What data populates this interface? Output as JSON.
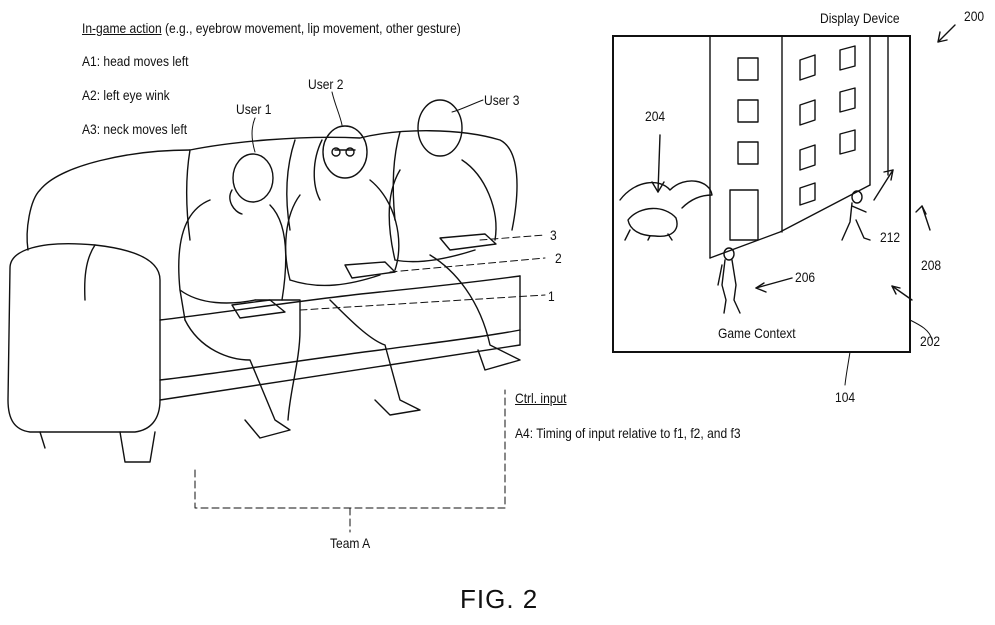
{
  "labels": {
    "ingame_action": "In-game action",
    "ingame_examples": "(e.g., eyebrow movement, lip movement, other gesture)",
    "a1": "A1: head moves left",
    "a2": "A2: left eye wink",
    "a3": "A3: neck moves left",
    "user1": "User 1",
    "user2": "User 2",
    "user3": "User 3",
    "ctrl_input": "Ctrl. input",
    "a4": "A4: Timing of input relative to f1, f2, and f3",
    "team": "Team A",
    "figure": "FIG. 2",
    "display_device": "Display Device",
    "game_context": "Game Context"
  },
  "refs": {
    "r200": "200",
    "r204": "204",
    "r206": "206",
    "r212": "212",
    "r208": "208",
    "r202": "202",
    "r104": "104",
    "f1": "1",
    "f2": "2",
    "f3": "3"
  }
}
